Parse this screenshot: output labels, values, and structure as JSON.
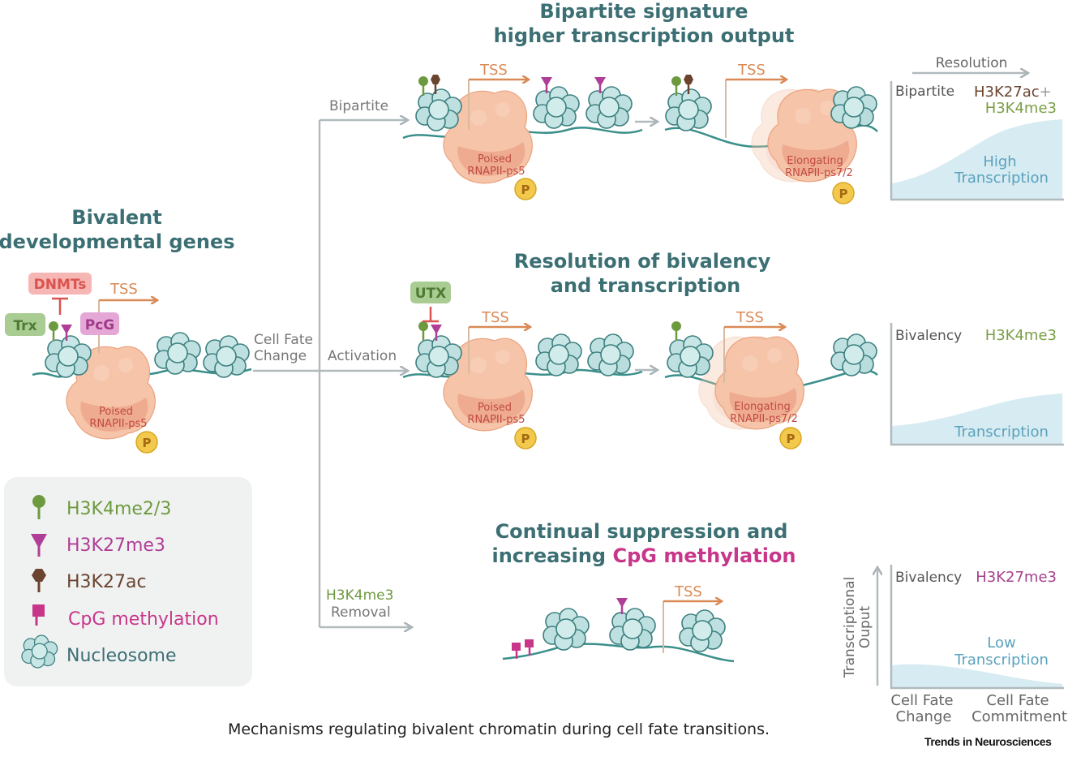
{
  "titles": {
    "bivalent": [
      "Bivalent",
      "developmental genes"
    ],
    "bipartite": [
      "Bipartite signature",
      "higher transcription output"
    ],
    "resolution": [
      "Resolution of bivalency",
      "and transcription"
    ],
    "suppression_line1": "Continual suppression and",
    "suppression_line2_prefix": "increasing ",
    "suppression_line2_highlight": "CpG methylation"
  },
  "labels": {
    "tss": "TSS",
    "dnmts": "DNMTs",
    "trx": "Trx",
    "pcg": "PcG",
    "utx": "UTX",
    "poised": "Poised",
    "rnapii_ps5": "RNAPII-ps5",
    "elongating": "Elongating",
    "rnapii_ps72": "RNAPII-ps7/2",
    "p": "P",
    "cell_fate_change": [
      "Cell Fate",
      "Change"
    ],
    "bipartite": "Bipartite",
    "activation": "Activation",
    "h3k4me3_removal": [
      "H3K4me3",
      "Removal"
    ]
  },
  "panels": {
    "resolution_arrow": "Resolution",
    "top": {
      "label": "Bipartite",
      "mark1": "H3K27ac",
      "plus": "+",
      "mark2": "H3K4me3",
      "curve": [
        "High",
        "Transcription"
      ]
    },
    "middle": {
      "label": "Bivalency",
      "mark": "H3K4me3",
      "curve": "Transcription"
    },
    "bottom": {
      "label": "Bivalency",
      "mark": "H3K27me3",
      "curve": [
        "Low",
        "Transcription"
      ]
    },
    "y_axis": [
      "Transcriptional",
      "Ouput"
    ],
    "x_left": [
      "Cell Fate",
      "Change"
    ],
    "x_right": [
      "Cell Fate",
      "Commitment"
    ]
  },
  "legend": [
    {
      "label": "H3K4me2/3",
      "icon": "lollipop-icon",
      "color": "#6e9a3f"
    },
    {
      "label": "H3K27me3",
      "icon": "triangle-flag-icon",
      "color": "#b03e96"
    },
    {
      "label": "H3K27ac",
      "icon": "hexagon-icon",
      "color": "#6b4430"
    },
    {
      "label": "CpG methylation",
      "icon": "square-flag-icon",
      "color": "#c8368a"
    },
    {
      "label": "Nucleosome",
      "icon": "nucleosome-icon",
      "color": "#3c6f73"
    }
  ],
  "colors": {
    "title": "#3c6f73",
    "tss": "#d98a56",
    "dna": "#3a8f8a",
    "nucleosome": "#bfe0e0",
    "rnapii": "#f3b99a",
    "phospho": "#f2c94c",
    "curve_fill": "#d6ebf2",
    "h3k4": "#6e9a3f",
    "h3k27me3": "#b03e96",
    "h3k27ac": "#6b4430",
    "cpg": "#c8368a"
  },
  "caption": "Mechanisms regulating bivalent chromatin during cell fate transitions.",
  "brand": "Trends in Neurosciences"
}
